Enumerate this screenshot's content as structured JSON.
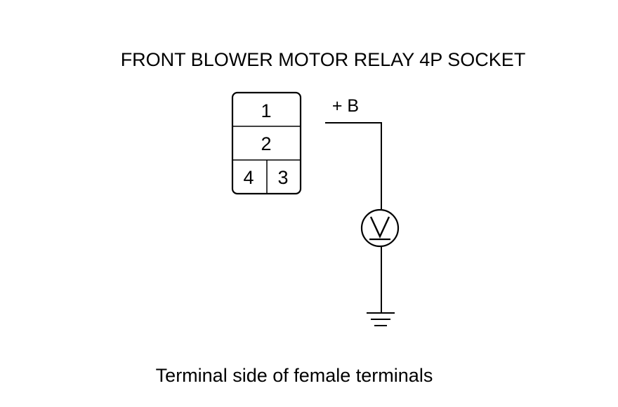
{
  "diagram": {
    "title": "FRONT BLOWER MOTOR RELAY 4P SOCKET",
    "caption": "Terminal side of female terminals",
    "supply_label": "+ B",
    "meter_symbol": "voltmeter-icon",
    "ground_symbol": "ground-icon",
    "connector": {
      "terminals": [
        {
          "number": "1"
        },
        {
          "number": "2"
        },
        {
          "number": "4"
        },
        {
          "number": "3"
        }
      ]
    },
    "colors": {
      "line": "#000000",
      "background": "#ffffff"
    }
  }
}
